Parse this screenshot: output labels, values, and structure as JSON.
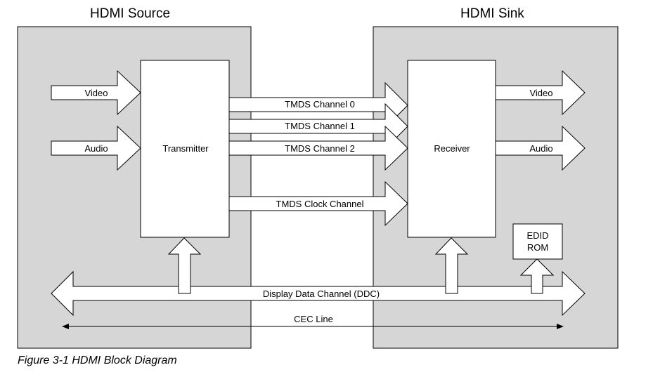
{
  "source": {
    "title": "HDMI Source",
    "block": "Transmitter",
    "inputs": [
      "Video",
      "Audio"
    ]
  },
  "sink": {
    "title": "HDMI Sink",
    "block": "Receiver",
    "outputs": [
      "Video",
      "Audio"
    ],
    "edid": [
      "EDID",
      "ROM"
    ]
  },
  "channels": [
    "TMDS Channel 0",
    "TMDS Channel 1",
    "TMDS Channel 2",
    "TMDS Clock Channel"
  ],
  "ddc_label": "Display Data Channel (DDC)",
  "cec_label": "CEC Line",
  "caption": "Figure 3-1 HDMI Block Diagram",
  "colors": {
    "panel": "#d6d6d6",
    "box": "#ffffff",
    "stroke": "#000000"
  }
}
